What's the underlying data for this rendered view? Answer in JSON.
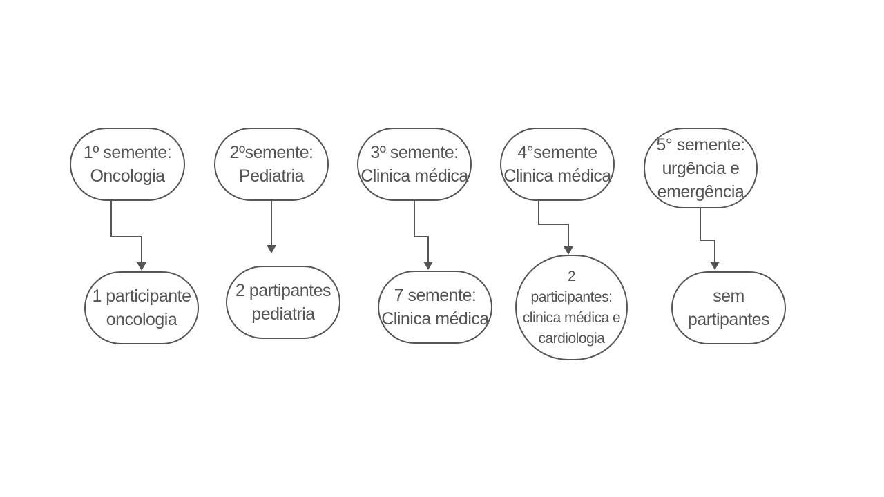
{
  "diagram": {
    "stages": [
      {
        "id": "n1",
        "lines": [
          "1º semente:",
          "Oncologia"
        ],
        "result_lines": [
          "1 participante",
          "oncologia"
        ]
      },
      {
        "id": "n2",
        "lines": [
          "2ºsemente:",
          "Pediatria"
        ],
        "result_lines": [
          "2 partipantes",
          "pediatria"
        ]
      },
      {
        "id": "n3",
        "lines": [
          "3º semente:",
          "Clinica médica"
        ],
        "result_lines": [
          "7 semente:",
          "Clinica médica"
        ]
      },
      {
        "id": "n4",
        "lines": [
          "4°semente",
          "Clinica médica"
        ],
        "result_lines": [
          "2",
          "participantes:",
          "clinica médica e",
          "cardiologia"
        ]
      },
      {
        "id": "n5",
        "lines": [
          "5° semente:",
          "urgência e",
          "emergência"
        ],
        "result_lines": [
          "sem",
          "partipantes"
        ]
      }
    ],
    "colors": {
      "stroke": "#555555",
      "text": "#555555",
      "background": "#ffffff"
    }
  }
}
